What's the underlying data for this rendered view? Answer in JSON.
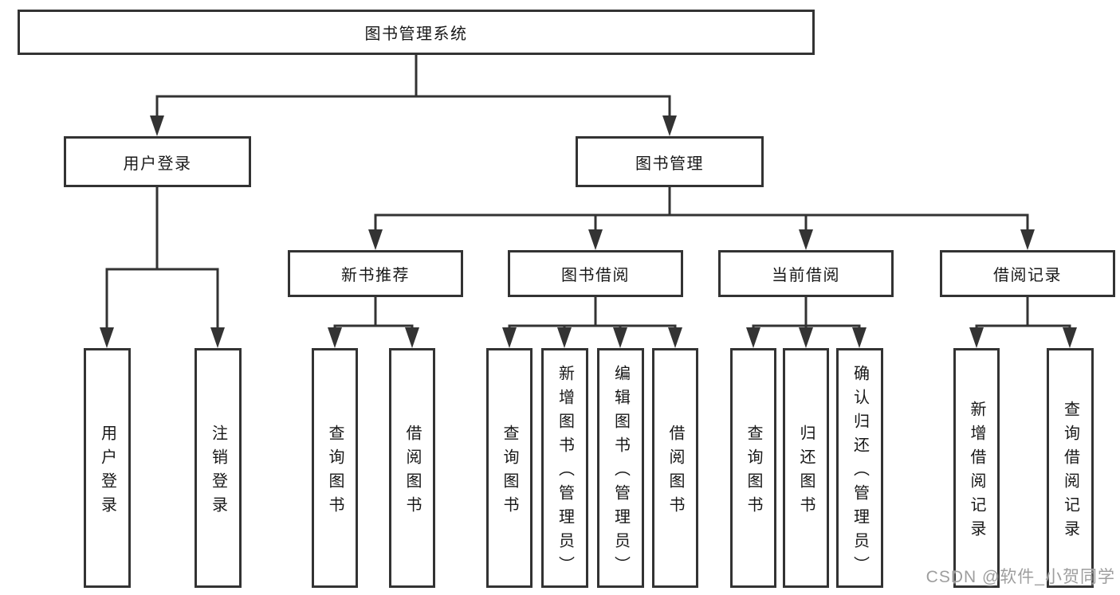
{
  "nodes": {
    "root": "图书管理系统",
    "user_login": "用户登录",
    "book_manage": "图书管理",
    "new_book_recommend": "新书推荐",
    "book_borrow": "图书借阅",
    "current_borrow": "当前借阅",
    "borrow_record": "借阅记录",
    "leaves": {
      "user_login": "用户登录",
      "logout": "注销登录",
      "query_book_recommend": "查询图书",
      "borrow_book_recommend": "借阅图书",
      "query_book_borrow": "查询图书",
      "add_book_admin": "新增图书（管理员）",
      "edit_book_admin": "编辑图书（管理员）",
      "borrow_book_borrow": "借阅图书",
      "query_book_current": "查询图书",
      "return_book": "归还图书",
      "confirm_return_admin": "确认归还（管理员）",
      "add_borrow_record": "新增借阅记录",
      "query_borrow_record": "查询借阅记录"
    }
  },
  "watermark": "CSDN @软件_小贺同学",
  "colors": {
    "line": "#333333",
    "box_border": "#333333",
    "text": "#181818",
    "watermark": "#9e9e9e",
    "background": "#ffffff"
  }
}
